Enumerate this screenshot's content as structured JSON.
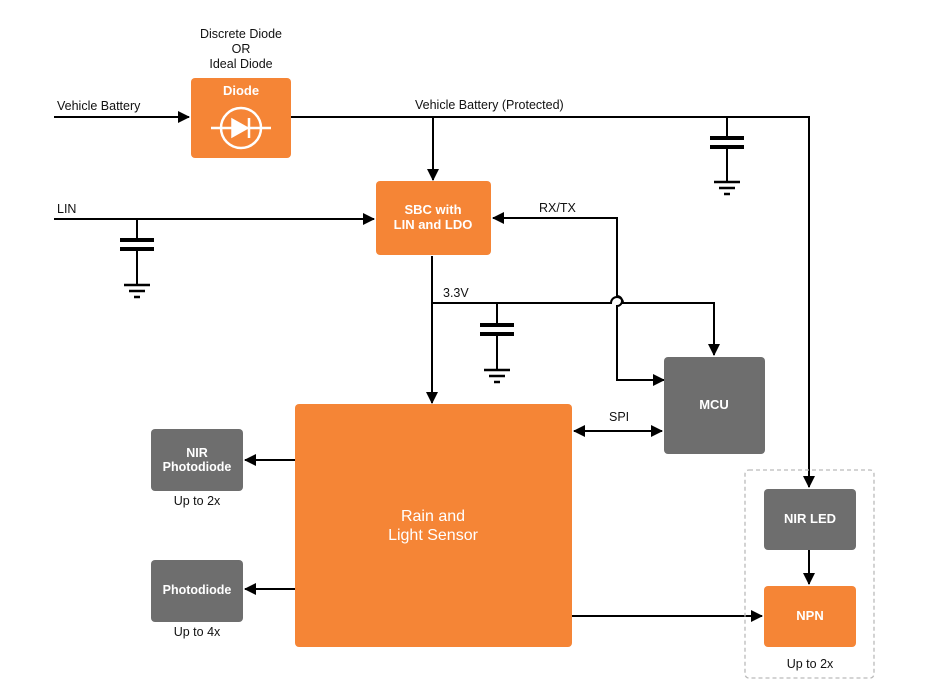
{
  "colors": {
    "orange": "#F58536",
    "gray": "#6E6E6E",
    "wire": "#000000",
    "dashed_group": "#BBBBBB"
  },
  "labels": {
    "diode_note_line1": "Discrete Diode",
    "diode_note_line2": "OR",
    "diode_note_line3": "Ideal Diode",
    "vehicle_battery": "Vehicle Battery",
    "vehicle_battery_protected": "Vehicle Battery (Protected)",
    "lin": "LIN",
    "rxtx": "RX/TX",
    "v33": "3.3V",
    "spi": "SPI"
  },
  "blocks": {
    "diode": {
      "title": "Diode",
      "icon": "diode-icon"
    },
    "sbc": {
      "line1": "SBC with",
      "line2": "LIN and LDO"
    },
    "mcu": {
      "label": "MCU"
    },
    "rain_sensor": {
      "line1": "Rain and",
      "line2": "Light Sensor"
    },
    "nir_photodiode": {
      "line1": "NIR",
      "line2": "Photodiode",
      "count": "Up to 2x"
    },
    "photodiode": {
      "label": "Photodiode",
      "count": "Up to 4x"
    },
    "nir_led": {
      "label": "NIR LED"
    },
    "npn": {
      "label": "NPN"
    },
    "led_group": {
      "count": "Up to 2x"
    }
  }
}
